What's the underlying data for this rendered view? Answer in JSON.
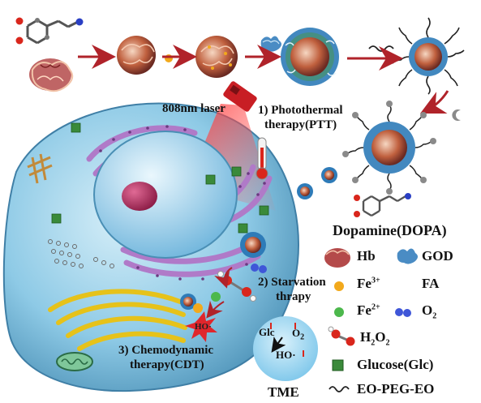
{
  "labels": {
    "laser": "808nm laser",
    "ptt_line1": "1) Photothermal",
    "ptt_line2": "therapy(PTT)",
    "starvation_line1": "2) Starvation",
    "starvation_line2": "thrapy",
    "cdt_line1": "3) Chemodynamic",
    "cdt_line2": "therapy(CDT)",
    "tme": "TME",
    "dopamine": "Dopamine(DOPA)",
    "tme_glc": "Glc",
    "tme_o2": "O",
    "tme_o2_sub": "2",
    "tme_ho": "HO·",
    "radical": "HO·"
  },
  "legend": {
    "hb": "Hb",
    "god": "GOD",
    "fe3_base": "Fe",
    "fe3_sup": "3+",
    "fa": "FA",
    "fe2_base": "Fe",
    "fe2_sup": "2+",
    "o2_base": "O",
    "o2_sub": "2",
    "h2o2_h": "H",
    "h2o2_sub1": "2",
    "h2o2_o": "O",
    "h2o2_sub2": "2",
    "glucose": "Glucose(Glc)",
    "eopeg": "EO-PEG-EO"
  },
  "colors": {
    "arrow": "#b0232a",
    "cell_body": "#8ecae6",
    "cell_dark": "#4a8fb5",
    "nucleus": "#b9dff2",
    "nucleolus": "#b5285a",
    "er": "#b07ac8",
    "golgi": "#f2d23a",
    "laser": "#e0262c",
    "glucose": "#3a8a3a",
    "fe3": "#f2a91c",
    "fe2": "#4cb84c",
    "o2": "#3f56d8",
    "tme_circle": "#8fd0ee",
    "hb": "#b44a4a",
    "god": "#4a8cc4",
    "fa": "#8a8a8a"
  }
}
